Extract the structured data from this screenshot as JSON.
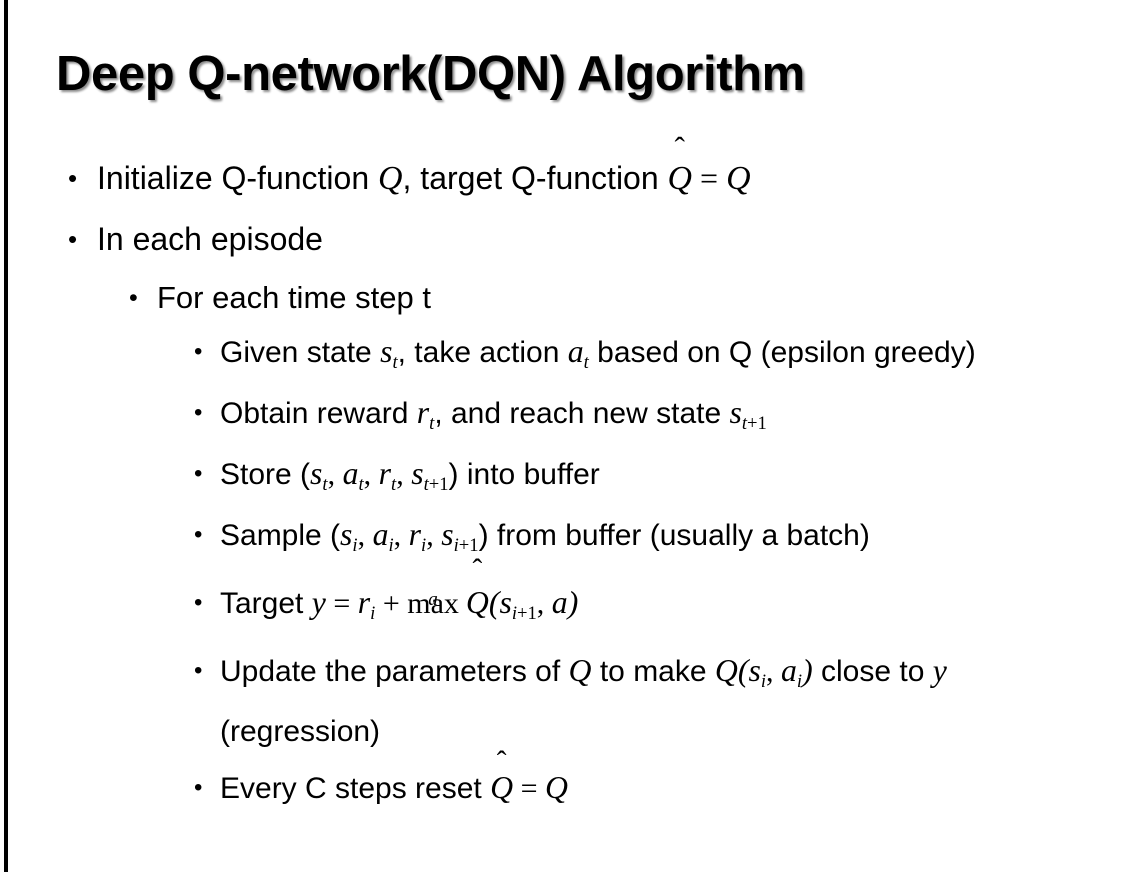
{
  "slide": {
    "title": "Deep Q-network(DQN) Algorithm",
    "background_color": "#ffffff",
    "text_color": "#000000",
    "left_rule_color": "#000000"
  },
  "bullets": {
    "l1_initialize": {
      "marker": "•",
      "prefix": "Initialize Q-function ",
      "var_q": "Q",
      "mid": ", target Q-function ",
      "qhat": "Q",
      "hat": "̂",
      "eq": " = ",
      "var_q2": "Q"
    },
    "l1_each_episode": {
      "marker": "•",
      "text": "In each episode"
    },
    "l2_time_step": {
      "marker": "•",
      "text": "For each time step t"
    },
    "l3_given_state": {
      "marker": "•",
      "p1": "Given state ",
      "s": "s",
      "s_sub": "t",
      "p2": ", take action ",
      "a": "a",
      "a_sub": "t",
      "p3": " based on Q (epsilon greedy)"
    },
    "l3_obtain_reward": {
      "marker": "•",
      "p1": "Obtain reward ",
      "r": "r",
      "r_sub": "t",
      "p2": ", and reach new state ",
      "s": "s",
      "s_sub_var": "t",
      "s_sub_plus": "+1"
    },
    "l3_store": {
      "marker": "•",
      "p1": "Store (",
      "s1": "s",
      "s1_sub": "t",
      "c1": ", ",
      "a1": "a",
      "a1_sub": "t",
      "c2": ", ",
      "r1": "r",
      "r1_sub": "t",
      "c3": ", ",
      "s2": "s",
      "s2_sub_var": "t",
      "s2_sub_plus": "+1",
      "p2": ") into buffer"
    },
    "l3_sample": {
      "marker": "•",
      "p1": "Sample (",
      "s1": "s",
      "s1_sub": "i",
      "c1": ", ",
      "a1": "a",
      "a1_sub": "i",
      "c2": ", ",
      "r1": "r",
      "r1_sub": "i",
      "c3": ", ",
      "s2": "s",
      "s2_sub_var": "i",
      "s2_sub_plus": "+1",
      "p2": ") from buffer (usually a batch)"
    },
    "l3_target": {
      "marker": "•",
      "p1": "Target ",
      "y": "y",
      "eq": " = ",
      "r": "r",
      "r_sub": "i",
      "plus": " + ",
      "max_op": "max",
      "max_lim": "a",
      "qhat": "Q",
      "hat": "̂",
      "open": "(",
      "s": "s",
      "s_sub_var": "i",
      "s_sub_plus": "+1",
      "comma": ", ",
      "a": "a",
      "close": ")"
    },
    "l3_update": {
      "marker": "•",
      "p1": "Update the parameters of ",
      "q1": "Q",
      "p2": " to make ",
      "q2": "Q",
      "open": "(",
      "s": "s",
      "s_sub": "i",
      "comma": ", ",
      "a": "a",
      "a_sub": "i",
      "close": ")",
      "p3": " close to ",
      "y": "y",
      "p4": " (regression)"
    },
    "l3_reset": {
      "marker": "•",
      "p1": "Every C steps reset ",
      "qhat": "Q",
      "hat": "̂",
      "eq": " = ",
      "q2": "Q"
    }
  }
}
